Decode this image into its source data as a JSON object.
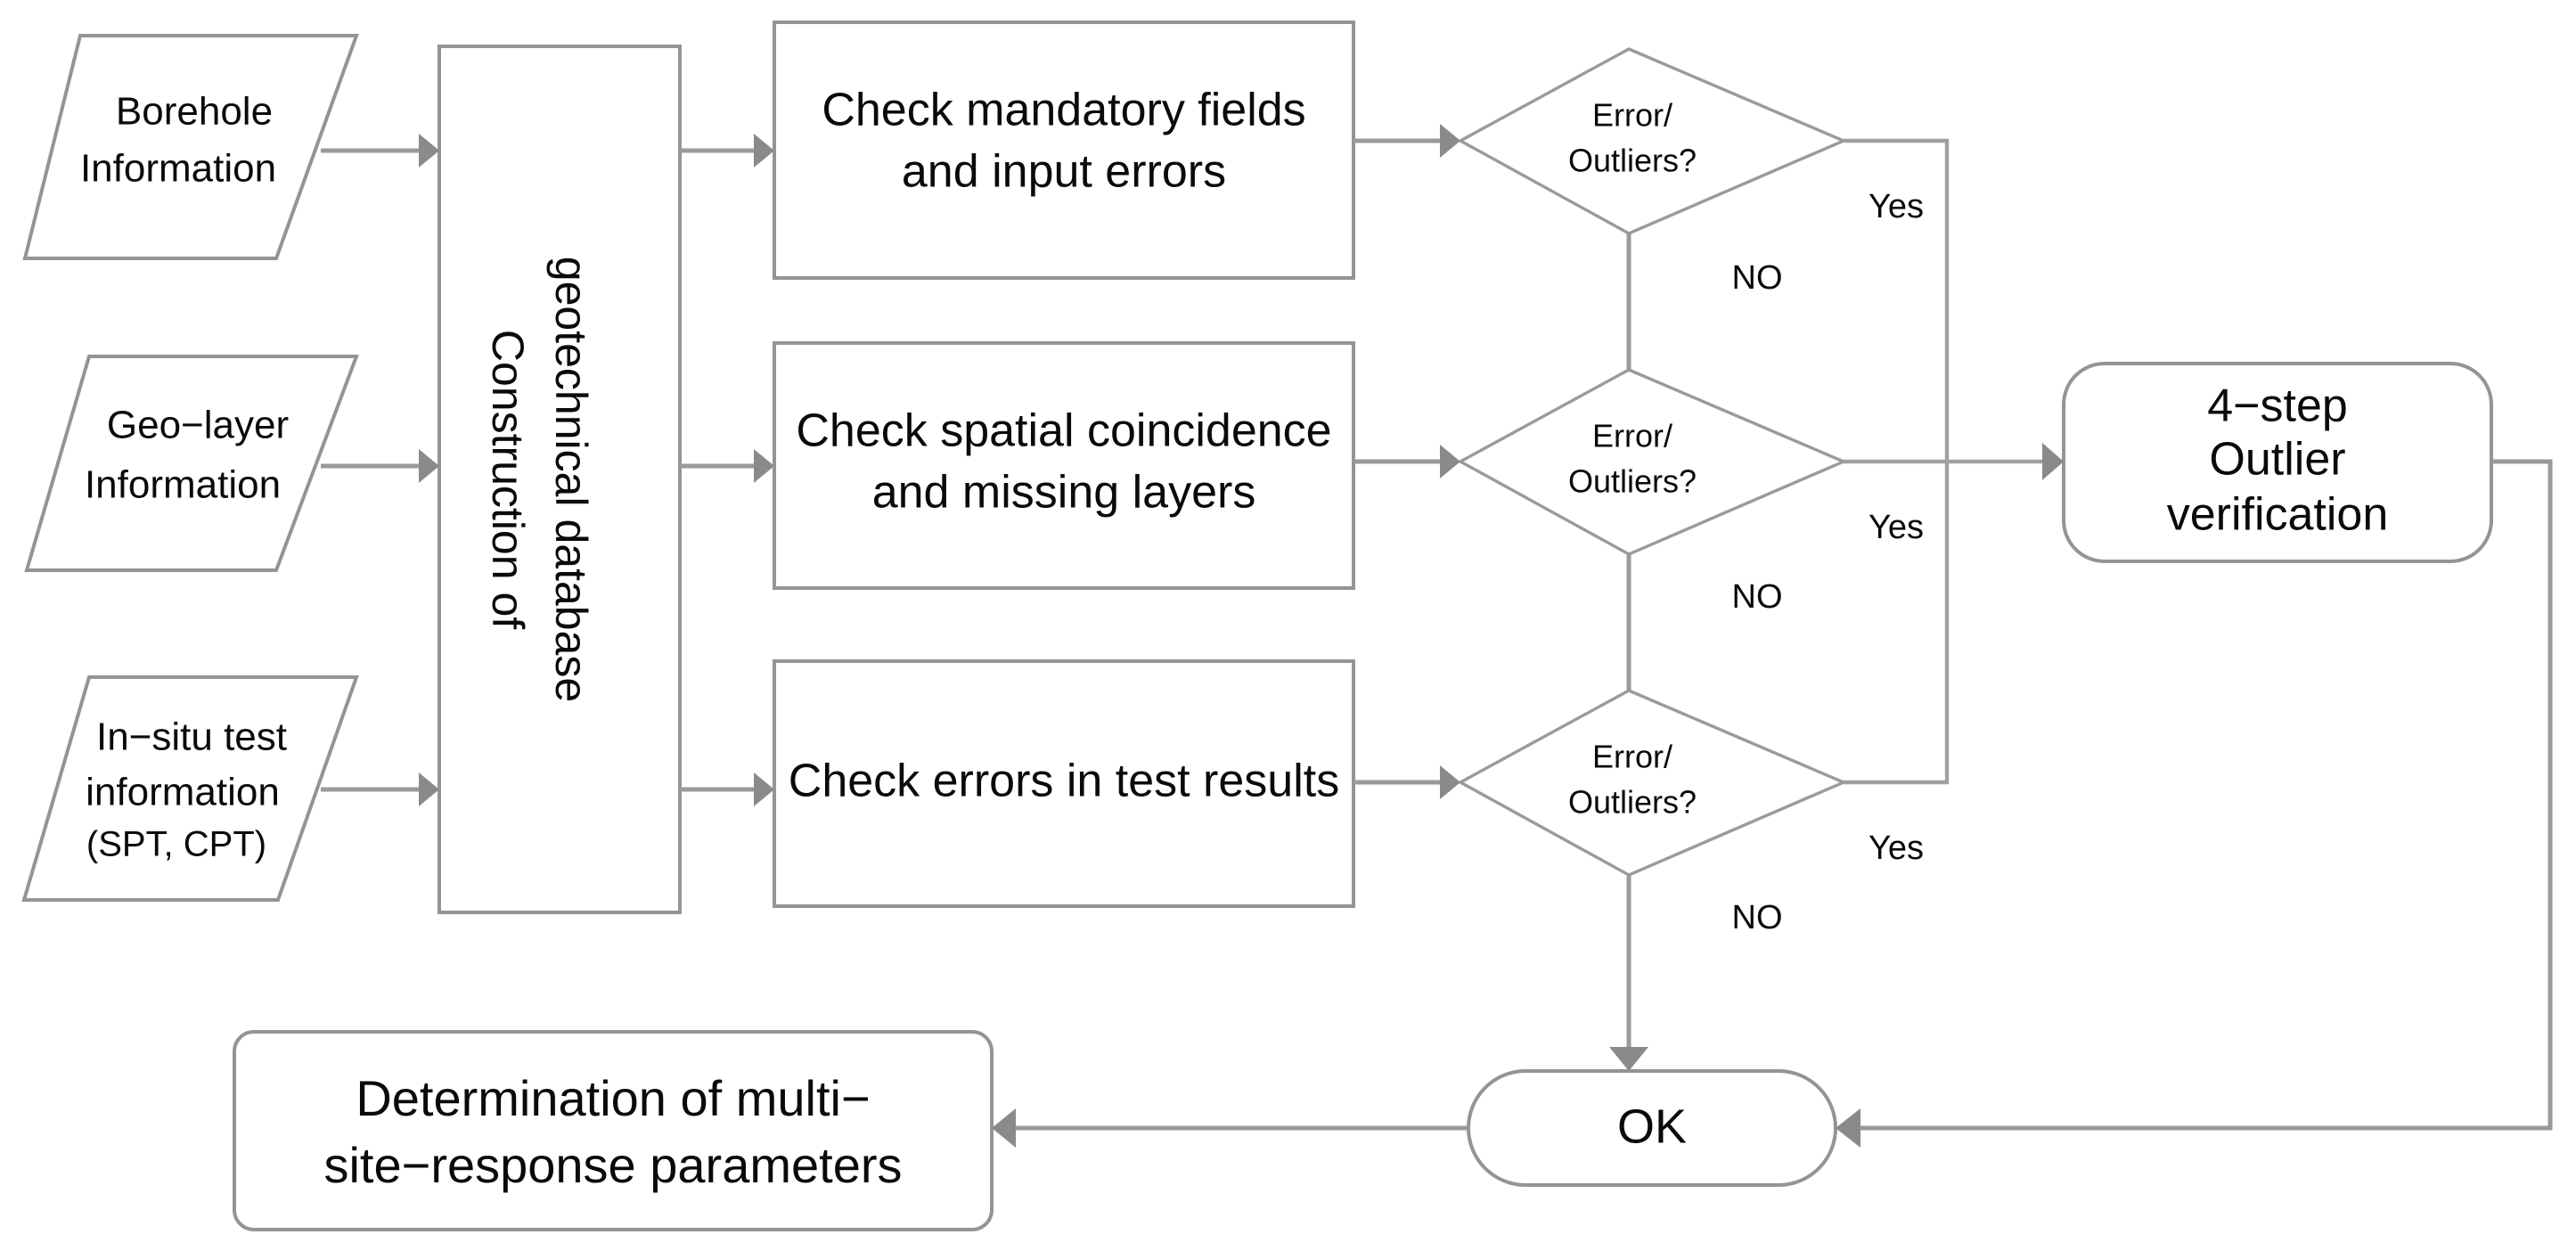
{
  "diagram": {
    "title": "Geotechnical database construction and quality-check flowchart",
    "colors": {
      "stroke": "#9a9a9a",
      "arrow": "#8a8a8a",
      "text": "#0a0a0a",
      "background": "#ffffff"
    }
  },
  "inputs": [
    {
      "id": "borehole",
      "line1": "Borehole",
      "line2": "Information",
      "line3": ""
    },
    {
      "id": "geolayer",
      "line1": "Geo−layer",
      "line2": "Information",
      "line3": ""
    },
    {
      "id": "insitu",
      "line1": "In−situ test",
      "line2": "information",
      "line3": "(SPT, CPT)"
    }
  ],
  "database": {
    "line1": "Construction of",
    "line2": "geotechnical database"
  },
  "checks": [
    {
      "id": "mandatory",
      "line1": "Check mandatory fields",
      "line2": "and input errors"
    },
    {
      "id": "spatial",
      "line1": "Check spatial coincidence",
      "line2": "and missing layers"
    },
    {
      "id": "test-results",
      "line1": "Check errors in test results",
      "line2": ""
    }
  ],
  "decisions": [
    {
      "id": "decision-1",
      "line1": "Error/",
      "line2": "Outliers?",
      "yes_label": "Yes",
      "no_label": "NO"
    },
    {
      "id": "decision-2",
      "line1": "Error/",
      "line2": "Outliers?",
      "yes_label": "Yes",
      "no_label": "NO"
    },
    {
      "id": "decision-3",
      "line1": "Error/",
      "line2": "Outliers?",
      "yes_label": "Yes",
      "no_label": "NO"
    }
  ],
  "outlier_box": {
    "line1": "4−step",
    "line2": "Outlier",
    "line3": "verification"
  },
  "ok_node": {
    "label": "OK"
  },
  "result_box": {
    "line1": "Determination of multi−",
    "line2": "site−response parameters"
  }
}
